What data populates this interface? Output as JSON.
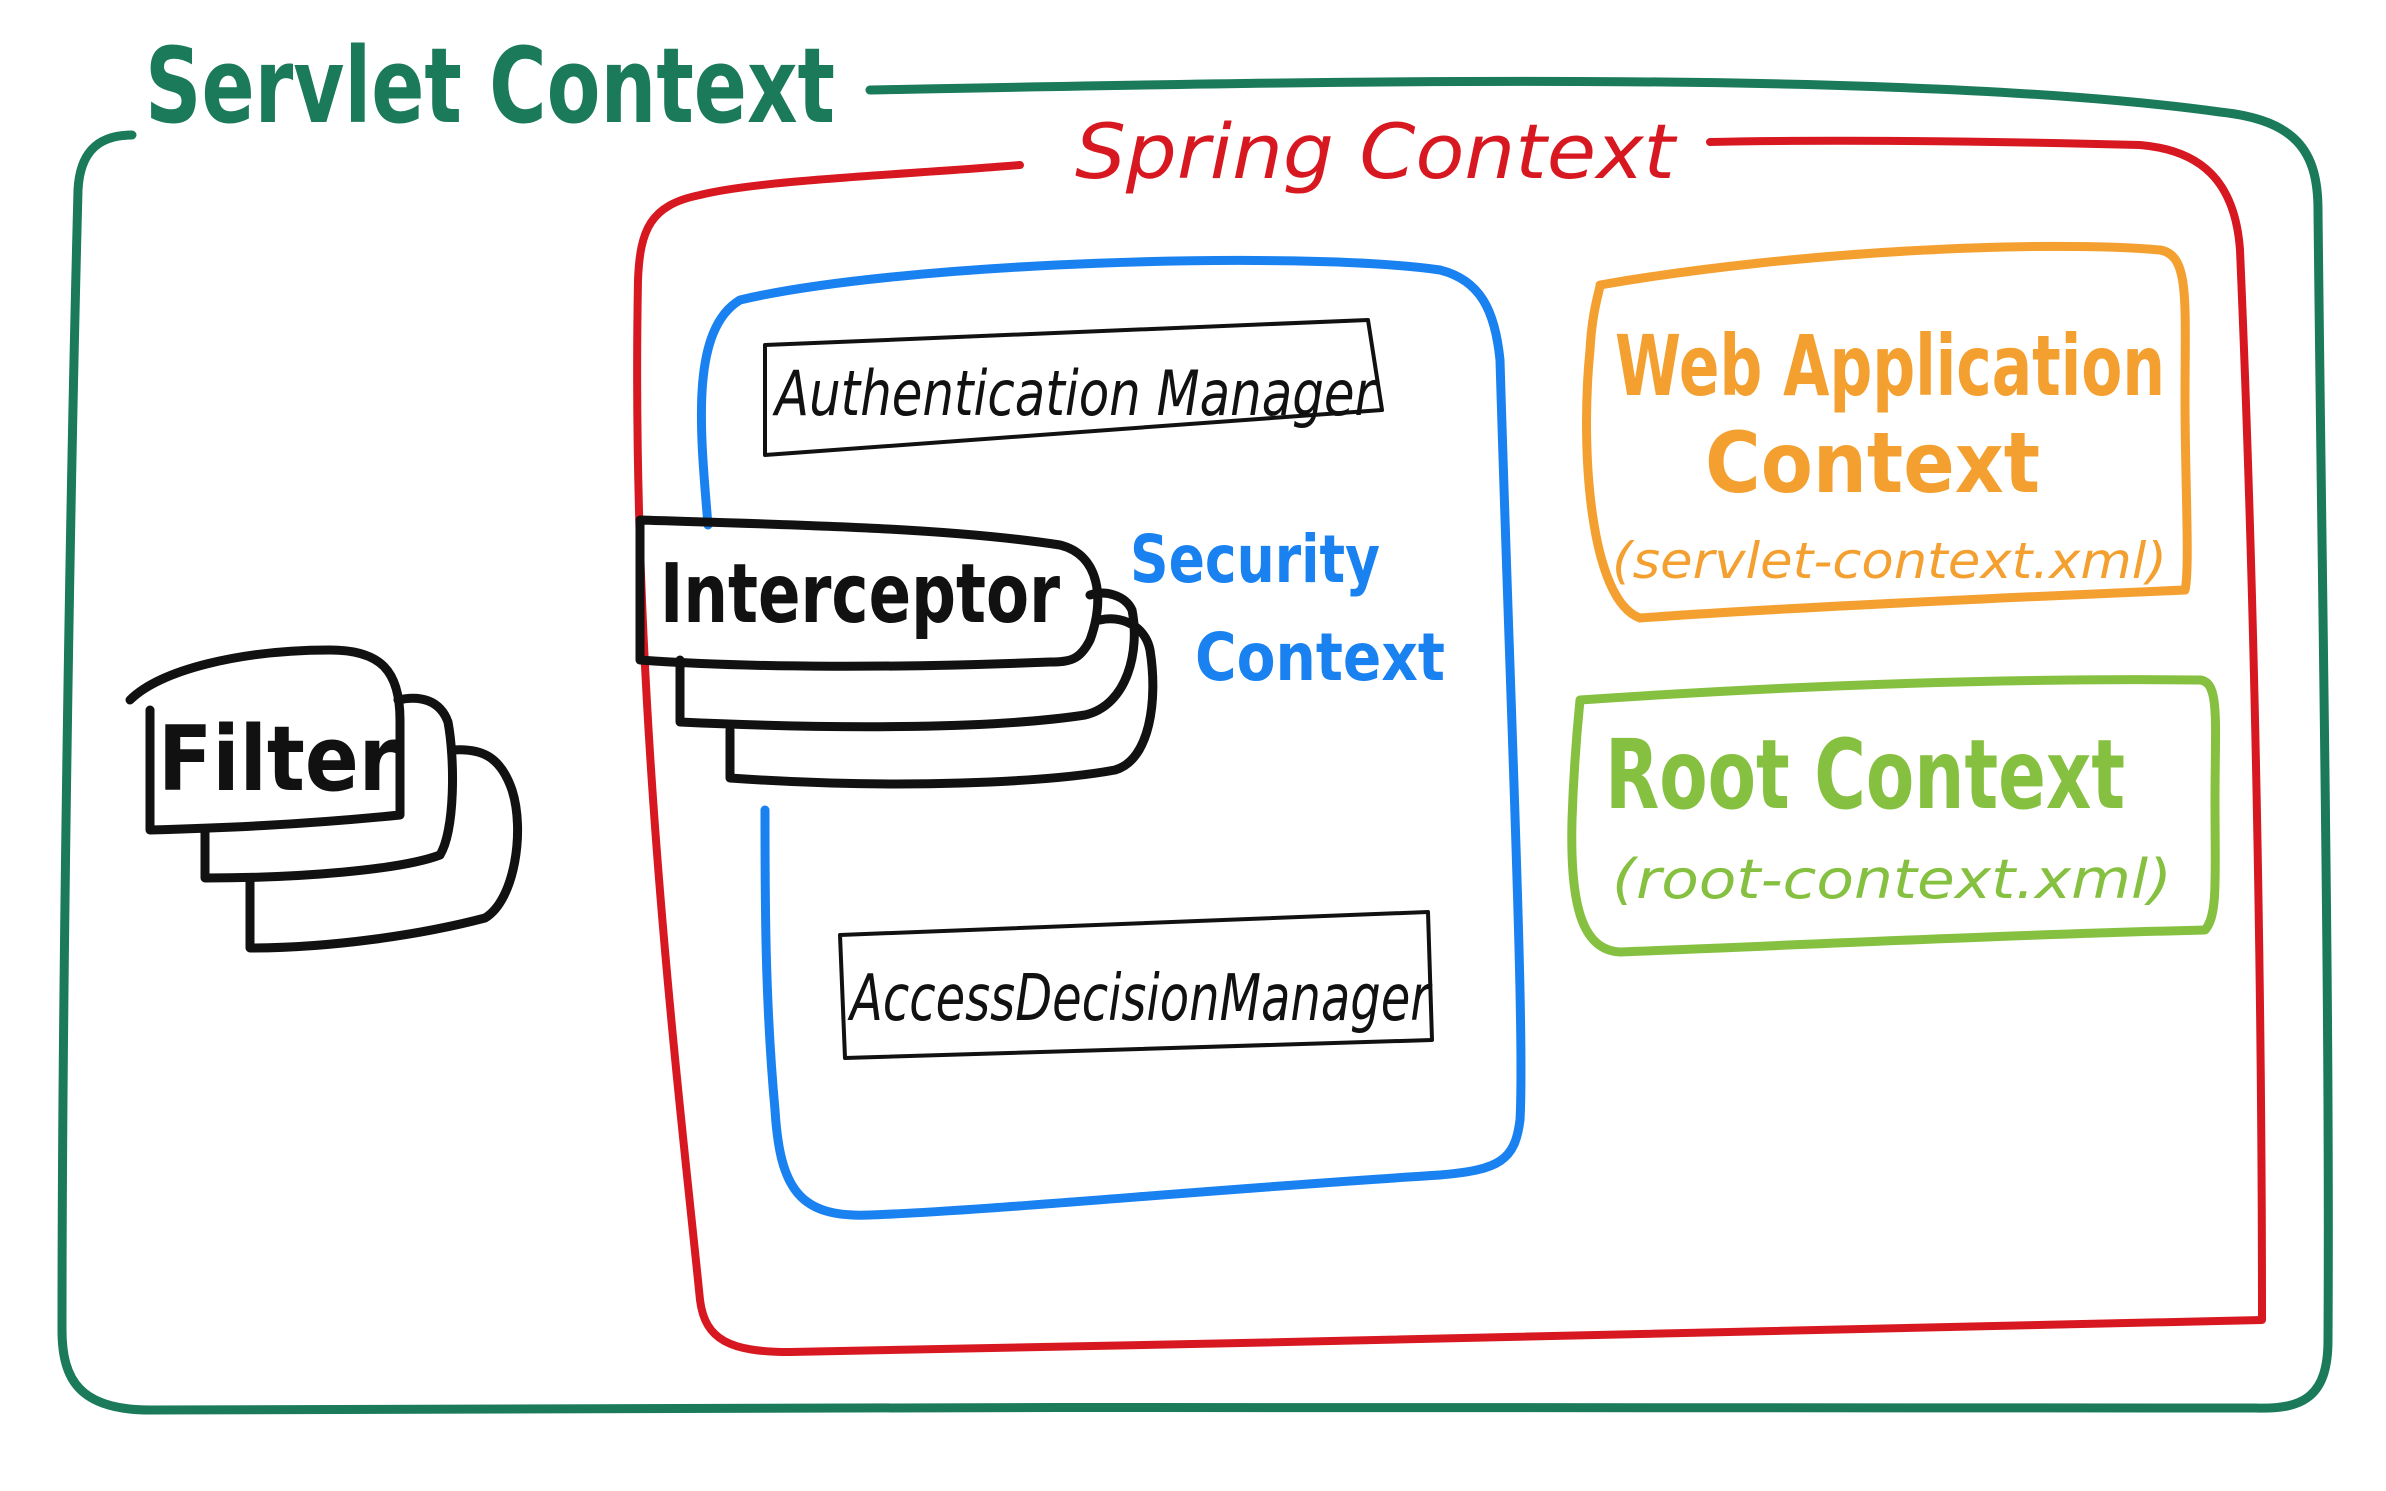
{
  "colors": {
    "servlet": "#1a7a5a",
    "spring": "#d81820",
    "security": "#1a82f0",
    "webapp": "#f4a030",
    "root": "#86c040",
    "ink": "#111111",
    "background": "#ffffff"
  },
  "servlet_context": {
    "title": "Servlet Context"
  },
  "spring_context": {
    "title": "Spring Context"
  },
  "security_context": {
    "title_line1": "Security",
    "title_line2": "Context",
    "authentication_manager": "Authentication Manager",
    "interceptor": "Interceptor",
    "access_decision_manager": "AccessDecisionManager"
  },
  "filter": {
    "label": "Filter"
  },
  "web_application_context": {
    "title_line1": "Web Application",
    "title_line2": "Context",
    "file": "(servlet-context.xml)"
  },
  "root_context": {
    "title": "Root Context",
    "file": "(root-context.xml)"
  }
}
